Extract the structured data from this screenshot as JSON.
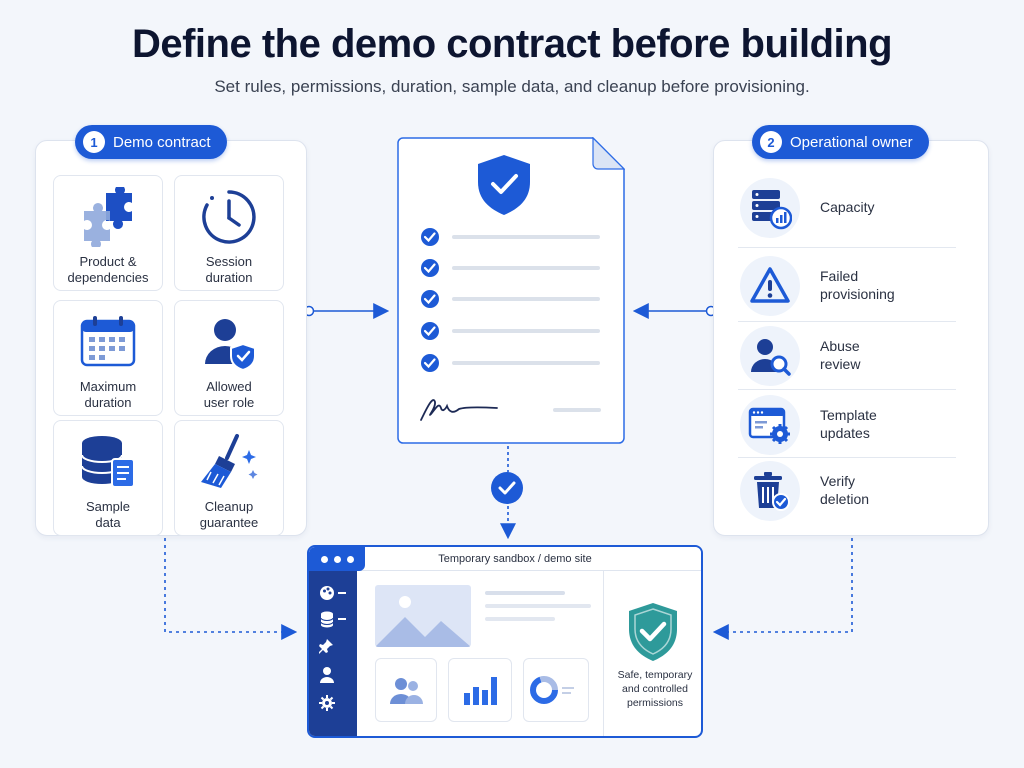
{
  "header": {
    "title": "Define the demo contract before building",
    "subtitle": "Set rules, permissions, duration, sample data, and cleanup before provisioning."
  },
  "left_panel": {
    "number": "1",
    "title": "Demo contract",
    "tiles": [
      {
        "line1": "Product &",
        "line2": "dependencies",
        "icon": "puzzle-icon"
      },
      {
        "line1": "Session",
        "line2": "duration",
        "icon": "clock-icon"
      },
      {
        "line1": "Maximum",
        "line2": "duration",
        "icon": "calendar-icon"
      },
      {
        "line1": "Allowed",
        "line2": "user role",
        "icon": "user-shield-icon"
      },
      {
        "line1": "Sample",
        "line2": "data",
        "icon": "database-icon"
      },
      {
        "line1": "Cleanup",
        "line2": "guarantee",
        "icon": "broom-icon"
      }
    ]
  },
  "right_panel": {
    "number": "2",
    "title": "Operational owner",
    "items": [
      {
        "line1": "Capacity",
        "line2": "",
        "icon": "server-chart-icon"
      },
      {
        "line1": "Failed",
        "line2": "provisioning",
        "icon": "warning-icon"
      },
      {
        "line1": "Abuse",
        "line2": "review",
        "icon": "user-search-icon"
      },
      {
        "line1": "Template",
        "line2": "updates",
        "icon": "window-gear-icon"
      },
      {
        "line1": "Verify",
        "line2": "deletion",
        "icon": "trash-check-icon"
      }
    ]
  },
  "contract_doc": {
    "icon": "shield-check-icon",
    "checklist_count": 5,
    "signature_icon": "signature-icon"
  },
  "sandbox": {
    "title": "Temporary sandbox / demo site",
    "status_line1": "Safe, temporary",
    "status_line2": "and controlled",
    "status_line3": "permissions",
    "sidebar_icons": [
      "palette-icon",
      "database-icon",
      "pin-icon",
      "user-icon",
      "gear-icon"
    ]
  },
  "colors": {
    "primary": "#1d5ad6",
    "dark_navy": "#1d3f96",
    "teal": "#2e9a9a",
    "background": "#f3f6fb"
  }
}
